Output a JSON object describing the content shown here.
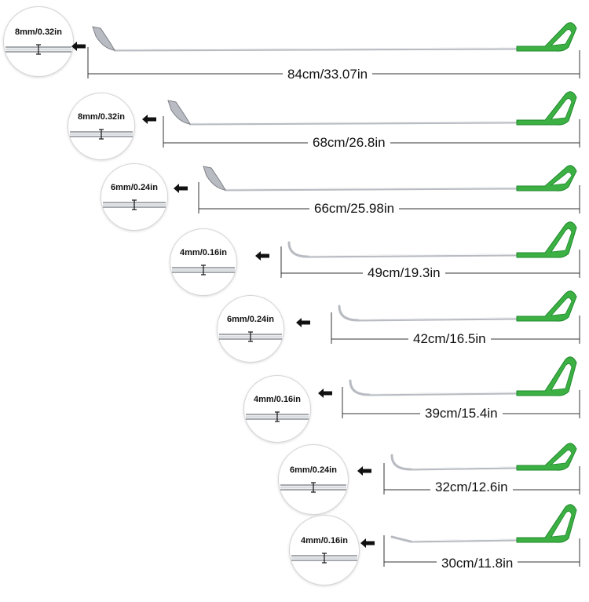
{
  "colors": {
    "handle": "#3cb043",
    "handle_dark": "#1f8a2c",
    "rod": "#b8bcc2",
    "rod_dark": "#7d8187",
    "dimension_line": "#333333"
  },
  "tools": [
    {
      "length_label": "84cm/33.07in",
      "diameter_label": "8mm/0.32in",
      "tip_style": "blade"
    },
    {
      "length_label": "68cm/26.8in",
      "diameter_label": "8mm/0.32in",
      "tip_style": "blade"
    },
    {
      "length_label": "66cm/25.98in",
      "diameter_label": "6mm/0.24in",
      "tip_style": "blade"
    },
    {
      "length_label": "49cm/19.3in",
      "diameter_label": "4mm/0.16in",
      "tip_style": "hook"
    },
    {
      "length_label": "42cm/16.5in",
      "diameter_label": "6mm/0.24in",
      "tip_style": "hook"
    },
    {
      "length_label": "39cm/15.4in",
      "diameter_label": "4mm/0.16in",
      "tip_style": "hook"
    },
    {
      "length_label": "32cm/12.6in",
      "diameter_label": "6mm/0.24in",
      "tip_style": "hook"
    },
    {
      "length_label": "30cm/11.8in",
      "diameter_label": "4mm/0.16in",
      "tip_style": "angled"
    }
  ]
}
